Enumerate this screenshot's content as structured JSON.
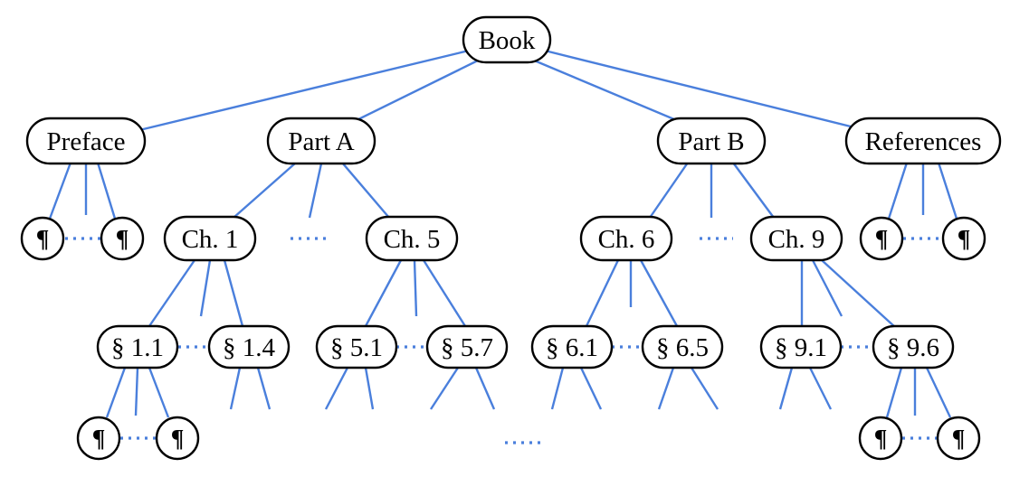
{
  "colors": {
    "edge": "#4a7fdc",
    "node_border": "#000000"
  },
  "nodes": {
    "book": "Book",
    "preface": "Preface",
    "part_a": "Part A",
    "part_b": "Part B",
    "references": "References",
    "ch1": "Ch. 1",
    "ch5": "Ch. 5",
    "ch6": "Ch. 6",
    "ch9": "Ch. 9",
    "s1_1": "§ 1.1",
    "s1_4": "§ 1.4",
    "s5_1": "§ 5.1",
    "s5_7": "§ 5.7",
    "s6_1": "§ 6.1",
    "s6_5": "§ 6.5",
    "s9_1": "§ 9.1",
    "s9_6": "§ 9.6",
    "paragraph": "¶"
  }
}
